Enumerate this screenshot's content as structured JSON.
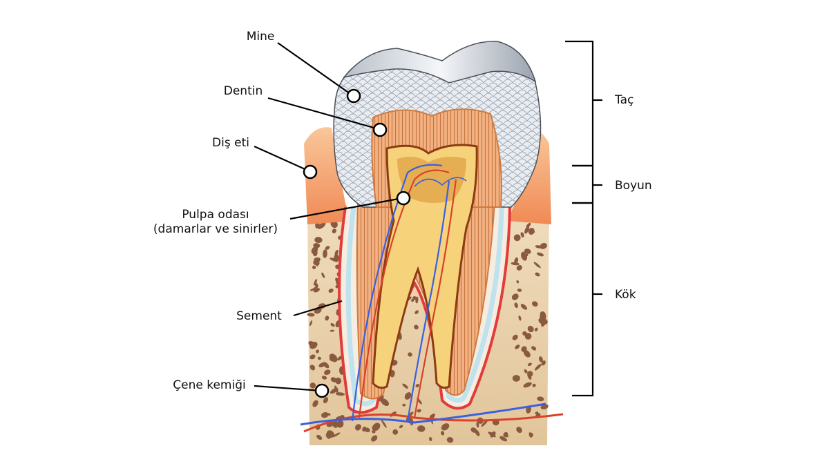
{
  "labels": {
    "enamel": "Mine",
    "dentin": "Dentin",
    "gum": "Diş eti",
    "pulp_line1": "Pulpa odası",
    "pulp_line2": "(damarlar ve sinirler)",
    "cementum": "Sement",
    "jaw_bone": "Çene kemiği"
  },
  "regions": {
    "crown": "Taç",
    "neck": "Boyun",
    "root": "Kök"
  },
  "colors": {
    "enamel": "#e4e8ee",
    "dentin": "#f0a974",
    "pulp": "#f6d27a",
    "gum": "#f5b07c",
    "bone": "#ead2ad",
    "bone_holes": "#8a5a40",
    "artery": "#d8412a",
    "vein": "#3b5fe0",
    "periodontal": "#bfe2ef"
  }
}
